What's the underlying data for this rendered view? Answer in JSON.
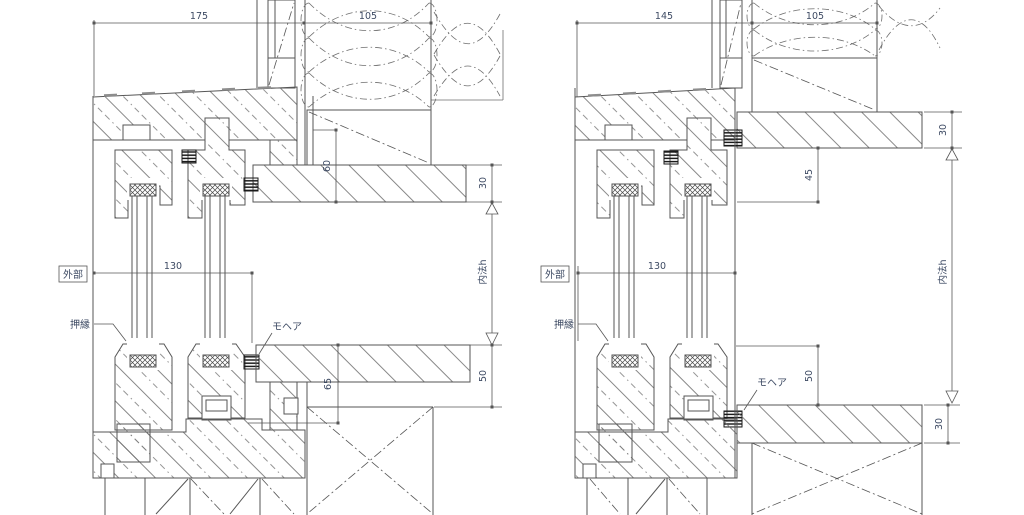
{
  "page": {
    "background": "#ffffff"
  },
  "drawing": {
    "line_color": "#565656",
    "text_color": "#3d4a63",
    "left": {
      "dim_total": "175",
      "dim_wall": "105",
      "dim_glass": "130",
      "dim_head": "60",
      "dim_head_board": "30",
      "dim_sill": "65",
      "dim_sill_board": "50",
      "label_exterior": "外部",
      "label_bead": "押縁",
      "label_mohair": "モヘア",
      "label_inner_height": "内法h"
    },
    "right": {
      "dim_total": "145",
      "dim_wall": "105",
      "dim_glass": "130",
      "dim_head_board": "30",
      "dim_head": "45",
      "dim_sill": "50",
      "dim_sill_board": "30",
      "label_exterior": "外部",
      "label_bead": "押縁",
      "label_mohair": "モヘア",
      "label_inner_height": "内法h"
    }
  }
}
